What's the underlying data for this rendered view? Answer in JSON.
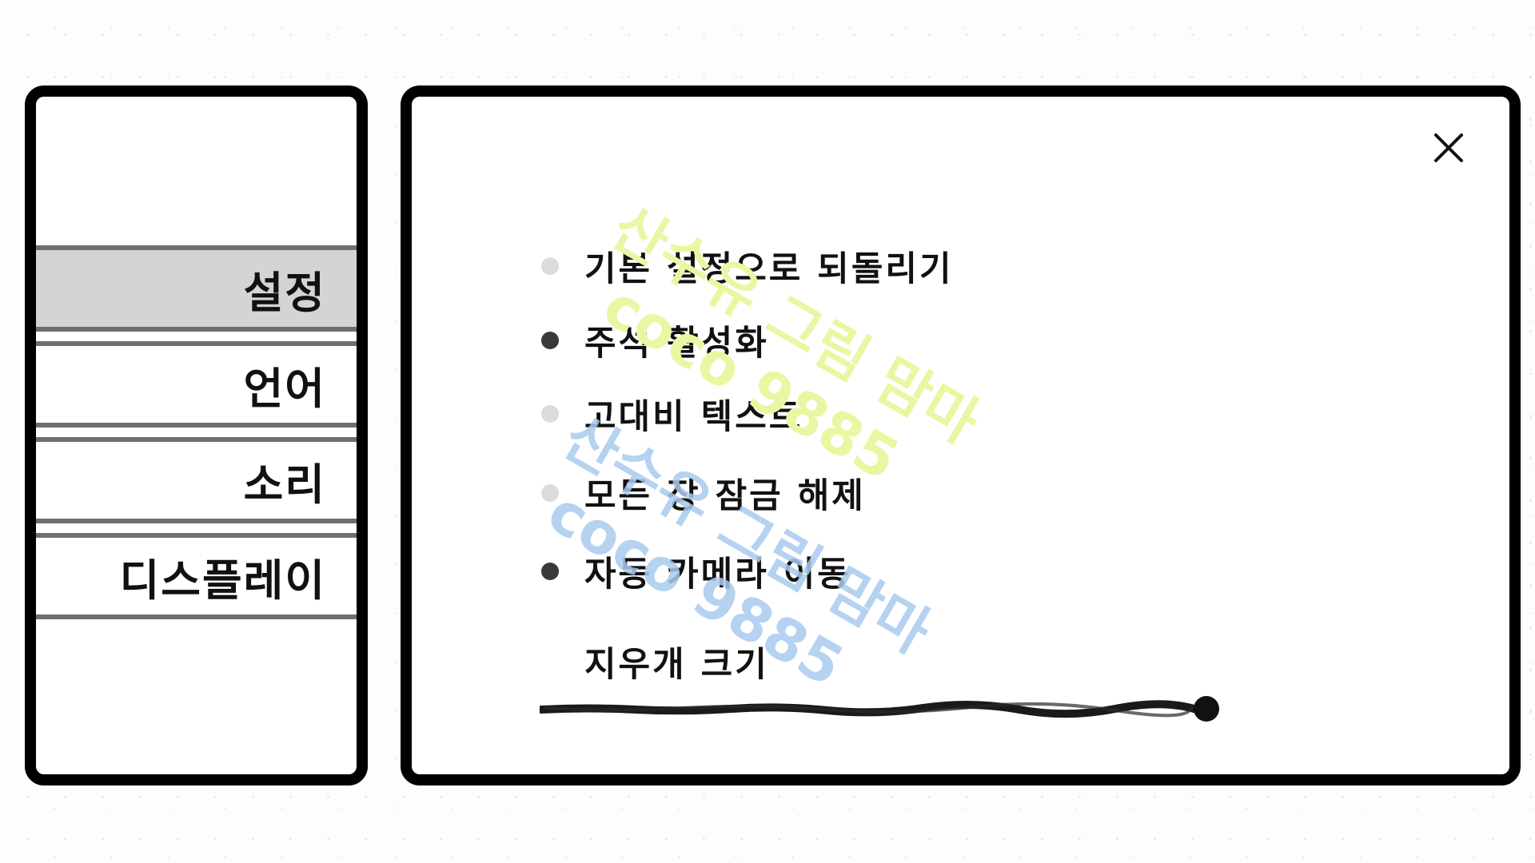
{
  "sidebar": {
    "items": [
      {
        "label": "설정",
        "active": true
      },
      {
        "label": "언어",
        "active": false
      },
      {
        "label": "소리",
        "active": false
      },
      {
        "label": "디스플레이",
        "active": false
      }
    ]
  },
  "settings": {
    "close_icon": "close-icon",
    "options": [
      {
        "label": "기본 설정으로 되돌리기",
        "selected": false
      },
      {
        "label": "주석 활성화",
        "selected": true
      },
      {
        "label": "고대비 텍스트",
        "selected": false
      },
      {
        "label": "모든 장 잠금 해제",
        "selected": false
      },
      {
        "label": "자동 카메라 이동",
        "selected": true
      }
    ],
    "eraser_size": {
      "label": "지우개 크기",
      "value_fraction": 1.0
    }
  },
  "watermark": {
    "lines_green": [
      "산수유 그림 맘마",
      "coco 9885"
    ],
    "lines_blue": [
      "산수유 그림 맘마",
      "coco 9885"
    ],
    "colors": {
      "green": "#e9f7a3",
      "blue": "#a9cbee"
    }
  },
  "colors": {
    "panel_border": "#000000",
    "active_item_bg": "#d4d4d4",
    "item_divider": "#6f6f6f",
    "radio_on": "#3a3a3a",
    "radio_off": "#dcdcdc",
    "slider": "#1a1a1a"
  }
}
